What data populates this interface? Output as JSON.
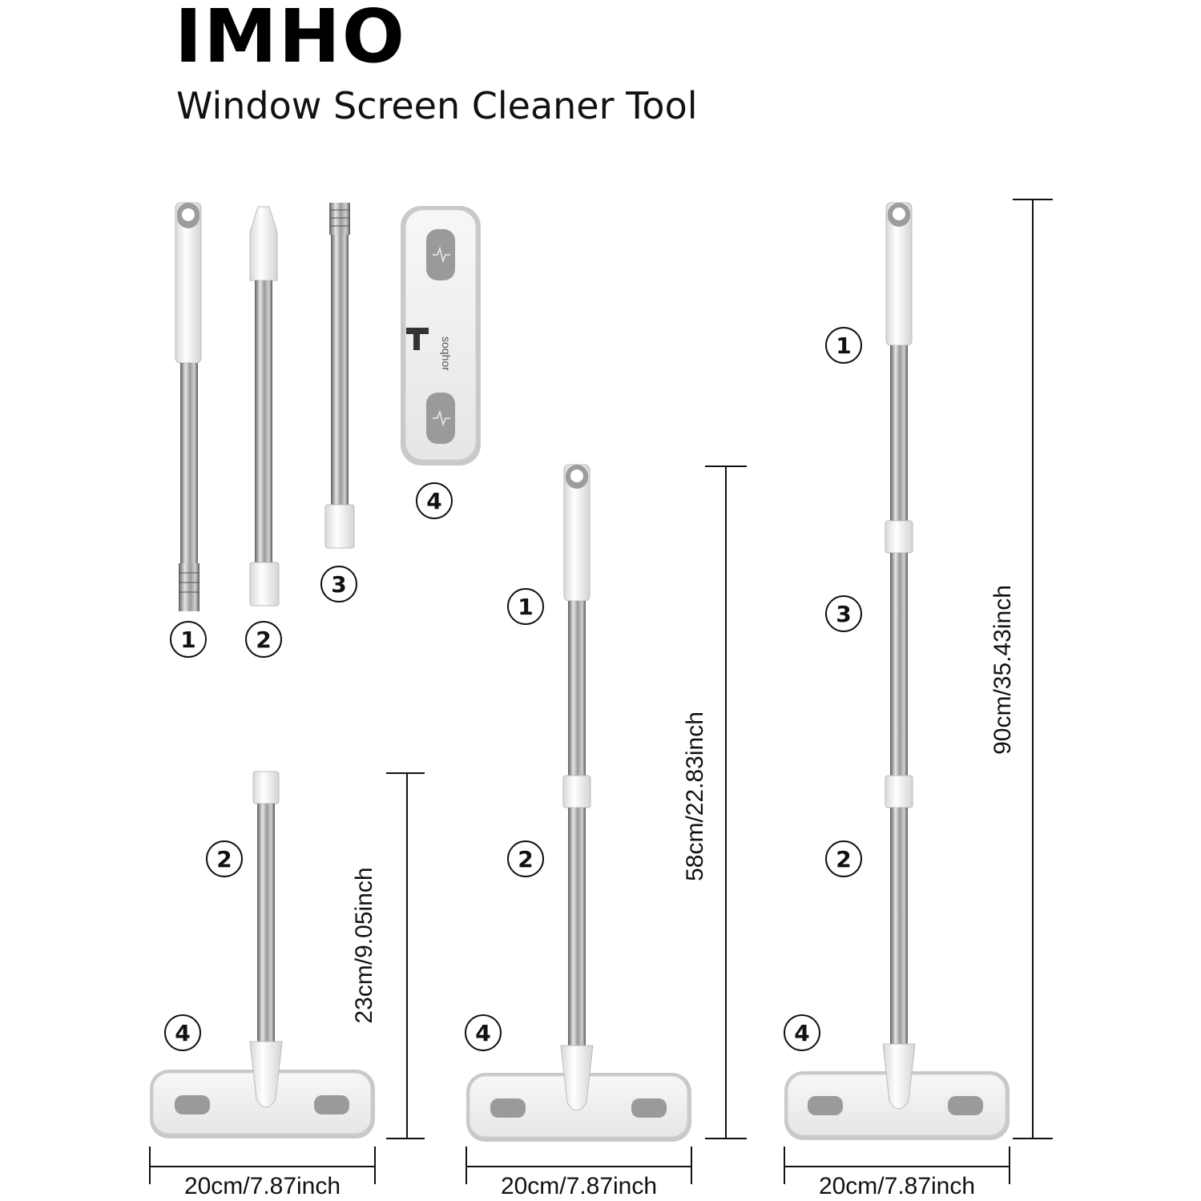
{
  "header": {
    "brand": "IMHO",
    "subtitle": "Window Screen Cleaner Tool"
  },
  "pad_brand_text": "soqhor",
  "parts": [
    {
      "label": "1"
    },
    {
      "label": "2"
    },
    {
      "label": "3"
    },
    {
      "label": "4"
    }
  ],
  "assemblies": [
    {
      "labels": [
        "2",
        "4"
      ],
      "height_label": "23cm/9.05inch",
      "width_label": "20cm/7.87inch"
    },
    {
      "labels": [
        "1",
        "2",
        "4"
      ],
      "height_label": "58cm/22.83inch",
      "width_label": "20cm/7.87inch"
    },
    {
      "labels": [
        "1",
        "3",
        "2",
        "4"
      ],
      "height_label": "90cm/35.43inch",
      "width_label": "20cm/7.87inch"
    }
  ],
  "colors": {
    "steel_dark": "#6e6e6e",
    "steel_light": "#d9d9d9",
    "plastic_white": "#f2f2f2",
    "plastic_grey": "#9a9a9a",
    "pad_border": "#bdbdbd",
    "line": "#111111"
  }
}
